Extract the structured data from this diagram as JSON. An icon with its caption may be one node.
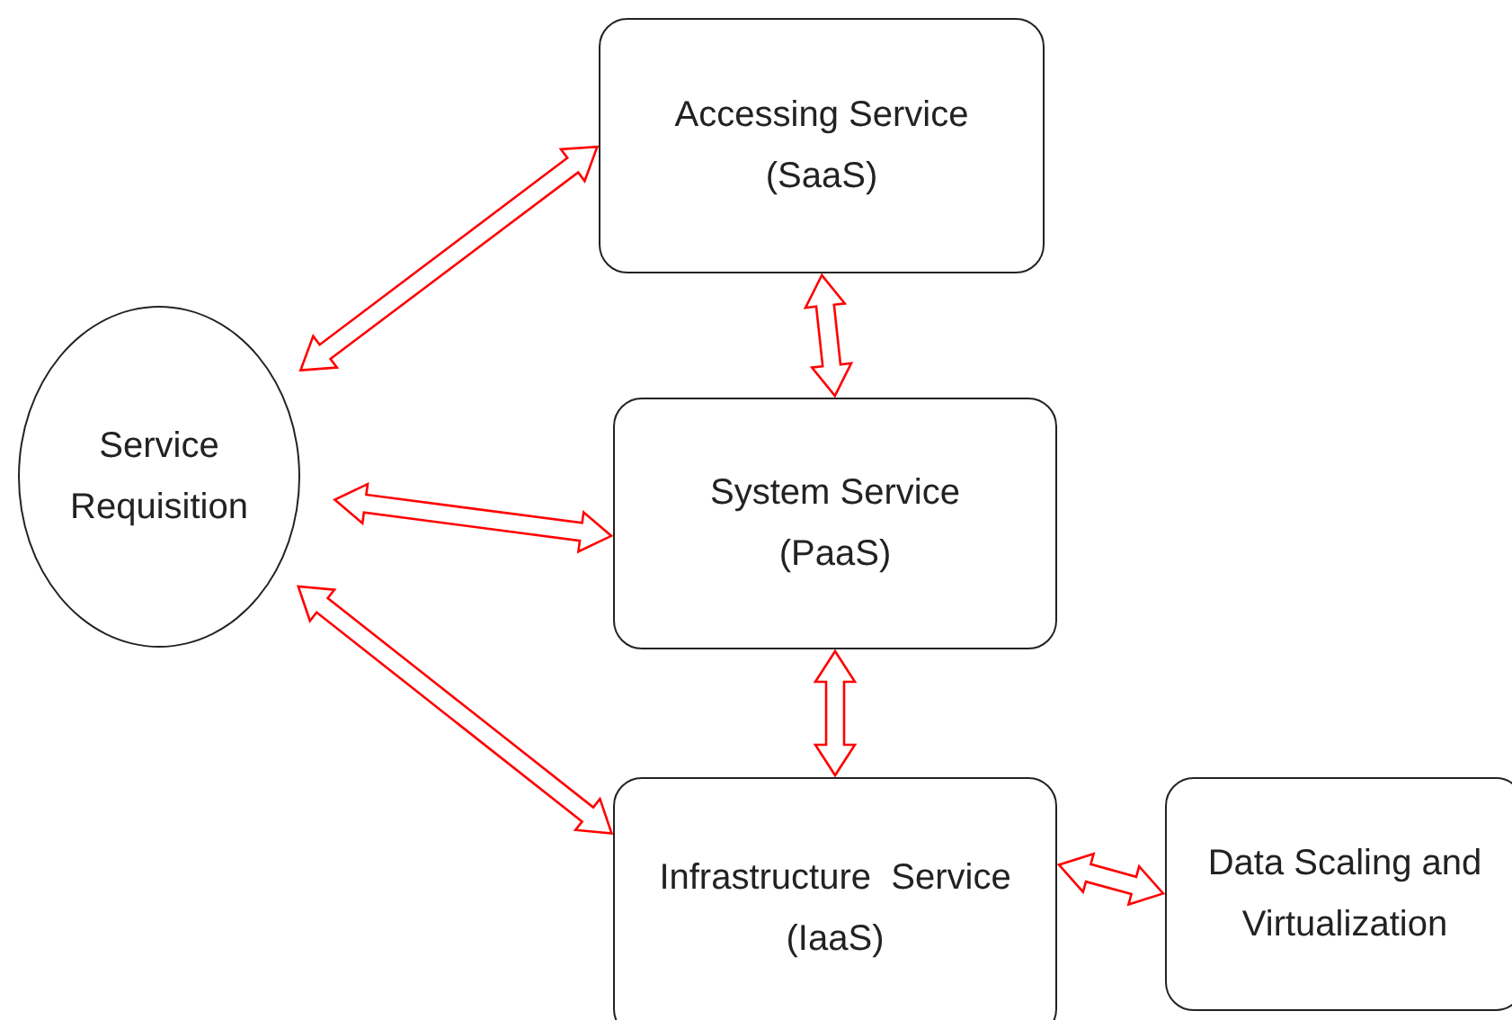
{
  "diagram": {
    "nodes": [
      {
        "text": [
          "Service Requisition"
        ]
      },
      {
        "text": [
          "Accessing Service (SaaS)"
        ]
      },
      {
        "text": [
          "System Service (PaaS)"
        ]
      },
      {
        "text": [
          "Infrastructure  Service (IaaS)"
        ]
      },
      {
        "text": [
          "Data Scaling and Virtualization"
        ]
      }
    ],
    "edges": [
      {
        "from": 0,
        "to": 1,
        "arrow": "both"
      },
      {
        "from": 0,
        "to": 2,
        "arrow": "both"
      },
      {
        "from": 0,
        "to": 3,
        "arrow": "both"
      },
      {
        "from": 1,
        "to": 2,
        "arrow": "both"
      },
      {
        "from": 2,
        "to": 3,
        "arrow": "both"
      },
      {
        "from": 3,
        "to": 4,
        "arrow": "both"
      }
    ]
  }
}
